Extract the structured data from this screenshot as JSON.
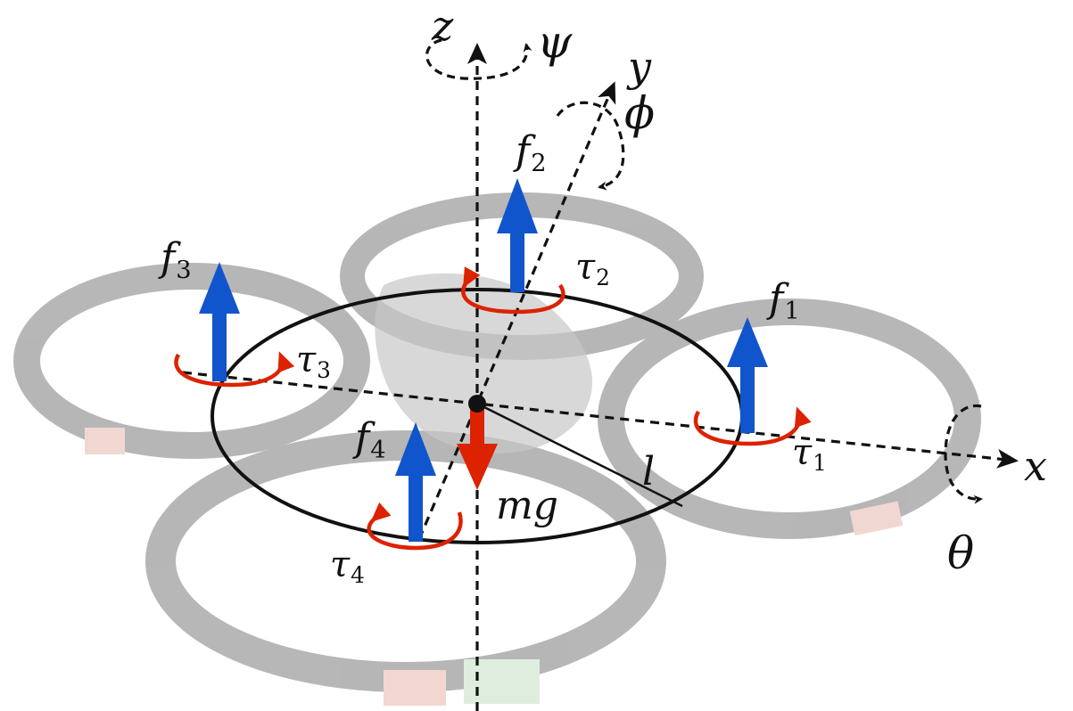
{
  "colors": {
    "force": "#1155cc",
    "torque": "#dd2200",
    "gravity": "#dd2200",
    "axes": "#111111",
    "body_ghost": "#8a8a8a"
  },
  "axes": {
    "x": "x",
    "y": "y",
    "z": "z"
  },
  "angles": {
    "roll": "ϕ",
    "pitch": "θ",
    "yaw": "ψ"
  },
  "forces": [
    {
      "symbol": "f",
      "index": "1"
    },
    {
      "symbol": "f",
      "index": "2"
    },
    {
      "symbol": "f",
      "index": "3"
    },
    {
      "symbol": "f",
      "index": "4"
    }
  ],
  "torques": [
    {
      "symbol": "τ",
      "index": "1"
    },
    {
      "symbol": "τ",
      "index": "2"
    },
    {
      "symbol": "τ",
      "index": "3"
    },
    {
      "symbol": "τ",
      "index": "4"
    }
  ],
  "gravity_label": "mg",
  "arm_length_label": "l"
}
